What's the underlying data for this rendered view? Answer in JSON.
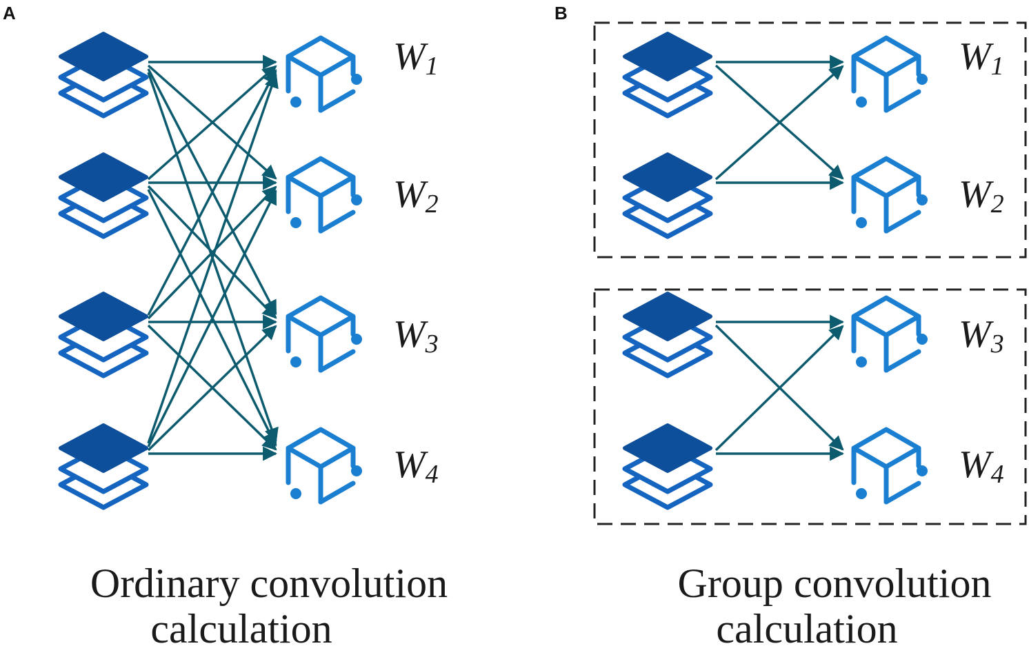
{
  "panels": [
    {
      "letter": "A",
      "caption_line1": "Ordinary convolution",
      "caption_line2": "calculation",
      "inputs": [
        "feature-map-1",
        "feature-map-2",
        "feature-map-3",
        "feature-map-4"
      ],
      "weights": [
        {
          "base": "W",
          "sub": "1"
        },
        {
          "base": "W",
          "sub": "2"
        },
        {
          "base": "W",
          "sub": "3"
        },
        {
          "base": "W",
          "sub": "4"
        }
      ],
      "connections": [
        [
          0,
          0
        ],
        [
          0,
          1
        ],
        [
          0,
          2
        ],
        [
          0,
          3
        ],
        [
          1,
          0
        ],
        [
          1,
          1
        ],
        [
          1,
          2
        ],
        [
          1,
          3
        ],
        [
          2,
          0
        ],
        [
          2,
          1
        ],
        [
          2,
          2
        ],
        [
          2,
          3
        ],
        [
          3,
          0
        ],
        [
          3,
          1
        ],
        [
          3,
          2
        ],
        [
          3,
          3
        ]
      ]
    },
    {
      "letter": "B",
      "caption_line1": "Group convolution",
      "caption_line2": "calculation",
      "inputs": [
        "feature-map-1",
        "feature-map-2",
        "feature-map-3",
        "feature-map-4"
      ],
      "weights": [
        {
          "base": "W",
          "sub": "1"
        },
        {
          "base": "W",
          "sub": "2"
        },
        {
          "base": "W",
          "sub": "3"
        },
        {
          "base": "W",
          "sub": "4"
        }
      ],
      "groups": [
        {
          "inputs": [
            0,
            1
          ],
          "weights": [
            0,
            1
          ]
        },
        {
          "inputs": [
            2,
            3
          ],
          "weights": [
            2,
            3
          ]
        }
      ],
      "connections": [
        [
          0,
          0
        ],
        [
          0,
          1
        ],
        [
          1,
          0
        ],
        [
          1,
          1
        ],
        [
          2,
          2
        ],
        [
          2,
          3
        ],
        [
          3,
          2
        ],
        [
          3,
          3
        ]
      ]
    }
  ],
  "icons": {
    "input": "layers-stack-icon",
    "weight": "cube-icon"
  },
  "colors": {
    "layers_dark": "#0d4f9a",
    "layers_outline": "#1565c0",
    "cube": "#1a7fd0",
    "arrow": "#0d5b6e",
    "dashed_box": "#222222",
    "text": "#1a1a1a"
  }
}
